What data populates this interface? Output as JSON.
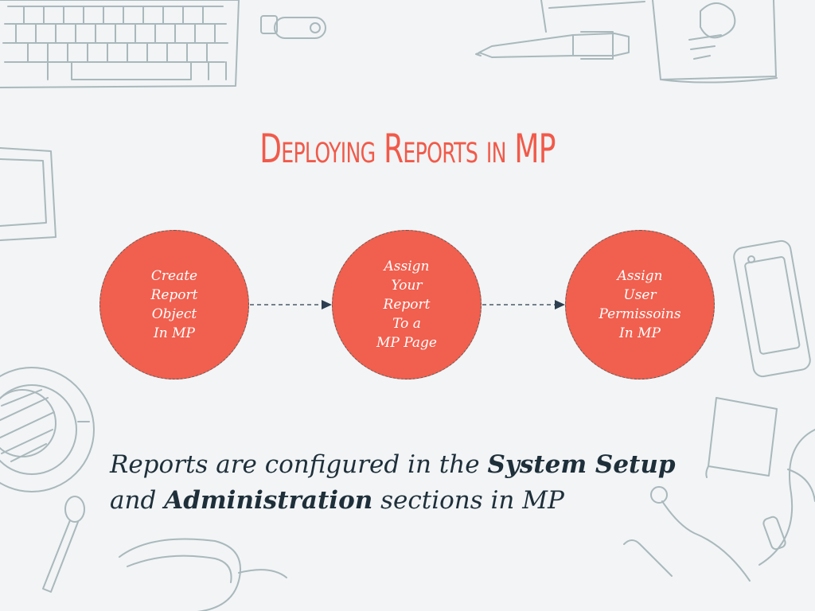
{
  "slide": {
    "title": "Deploying Reports in MP",
    "steps": [
      {
        "lines": [
          "Create",
          "Report",
          "Object",
          "In MP"
        ]
      },
      {
        "lines": [
          "Assign",
          "Your",
          "Report",
          "To a",
          "MP Page"
        ]
      },
      {
        "lines": [
          "Assign",
          "User",
          "Permissoins",
          "In MP"
        ]
      }
    ],
    "caption": {
      "part1": "Reports are configured in the ",
      "bold1": "System Setup",
      "part2": "and ",
      "bold2": "Administration",
      "part3": " sections in MP"
    }
  },
  "colors": {
    "title": "#f15a4a",
    "circle_fill": "#f15f4e",
    "circle_border": "#5c5c5c",
    "caption": "#1e2f3a",
    "background": "#f2f4f5",
    "doodle": "#a9b8bc"
  },
  "icons": [
    "keyboard-icon",
    "usb-drive-icon",
    "pen-icon",
    "notebook-icon",
    "tablet-icon",
    "coffee-cup-icon",
    "spoon-icon",
    "glasses-icon",
    "phone-icon",
    "sticky-note-icon",
    "earphones-icon"
  ]
}
